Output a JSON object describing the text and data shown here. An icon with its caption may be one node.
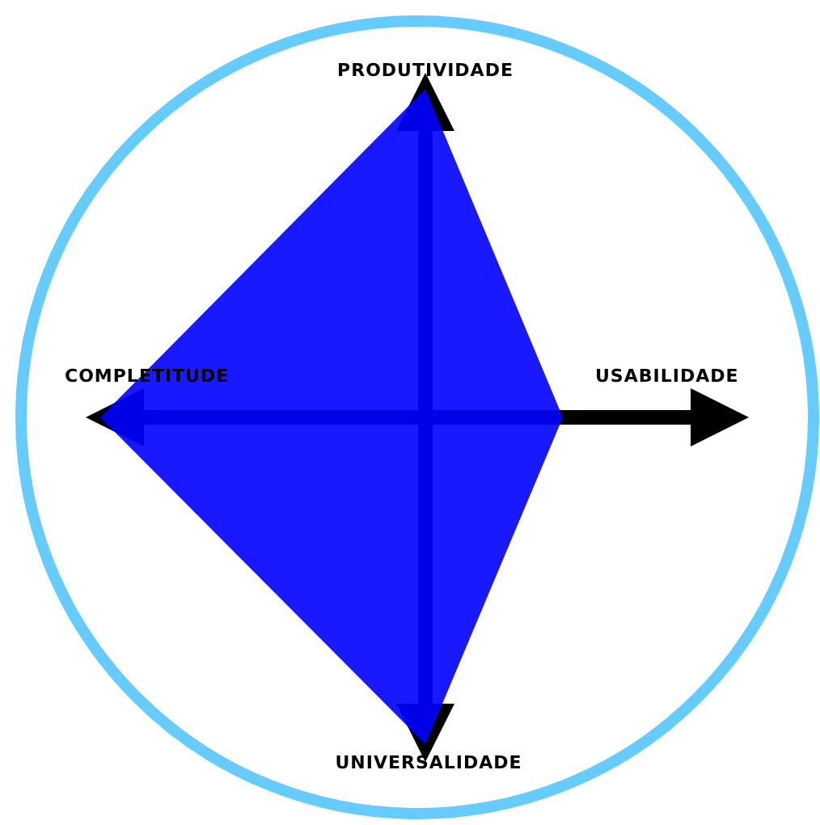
{
  "diagram": {
    "labels": [
      "PRODUTIVIDADE",
      "COMPLETITUDE",
      "USABILIDADE",
      "UNIVERSALIDADE"
    ]
  }
}
